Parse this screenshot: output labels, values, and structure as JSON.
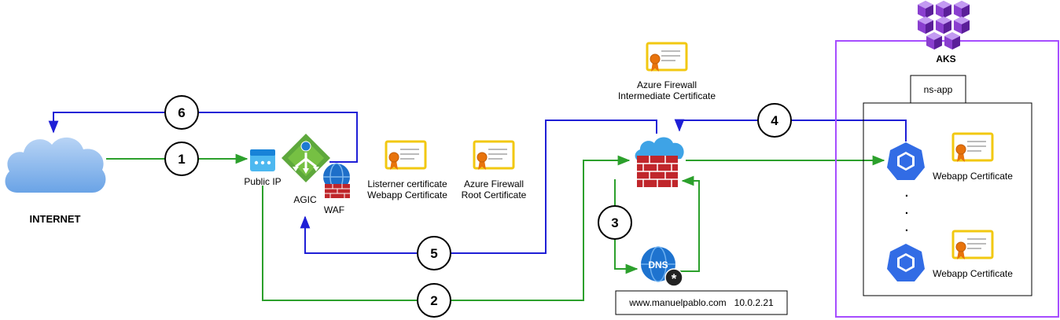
{
  "labels": {
    "internet": "INTERNET",
    "public_ip": "Public IP",
    "agic": "AGIC",
    "waf": "WAF",
    "listener_cert_line1": "Listerner certificate",
    "listener_cert_line2": "Webapp Certificate",
    "root_cert_line1": "Azure Firewall",
    "root_cert_line2": "Root Certificate",
    "intermediate_cert_line1": "Azure Firewall",
    "intermediate_cert_line2": "Intermediate Certificate",
    "aks": "AKS",
    "namespace": "ns-app",
    "webapp_cert_1": "Webapp Certificate",
    "webapp_cert_2": "Webapp Certificate",
    "ellipsis_1": ".",
    "ellipsis_2": ".",
    "ellipsis_3": ".",
    "dns_record": "www.manuelpablo.com   10.0.2.21",
    "dns_icon_text": "DNS"
  },
  "steps": [
    "1",
    "2",
    "3",
    "4",
    "5",
    "6"
  ],
  "colors": {
    "green_flow": "#2ca02c",
    "blue_flow": "#1f1fd6",
    "aks_border": "#a64dff",
    "cert_yellow": "#f2c811",
    "ribbon_orange": "#e8730c",
    "firewall_red": "#c0262b",
    "azure_blue": "#1883d8"
  },
  "icons": [
    "cloud-icon",
    "public-ip-icon",
    "app-gateway-icon",
    "waf-icon",
    "certificate-icon",
    "firewall-icon",
    "dns-icon",
    "kubernetes-pod-icon",
    "aks-cluster-icon"
  ]
}
